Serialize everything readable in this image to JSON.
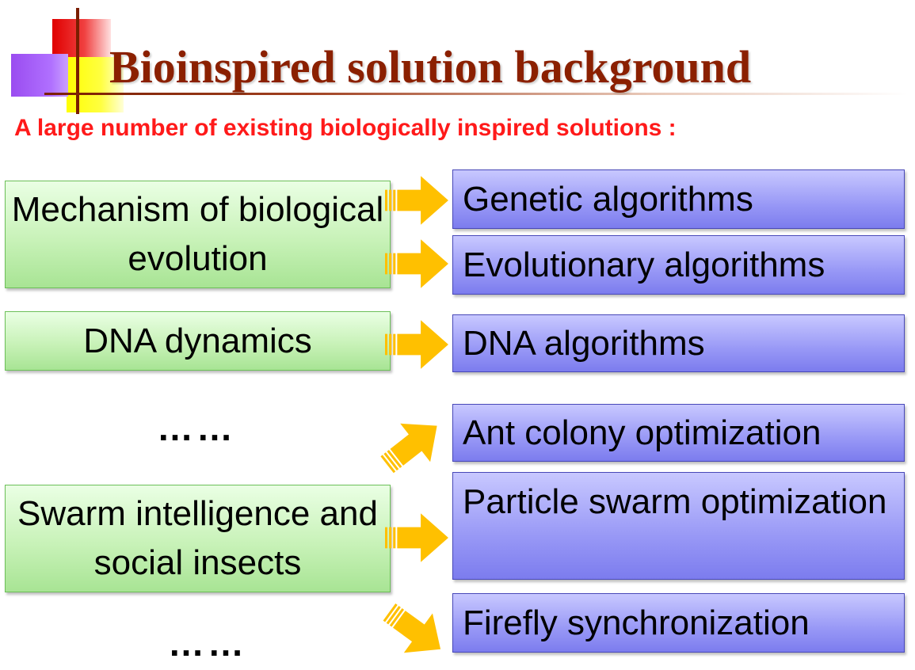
{
  "title": "Bioinspired solution background",
  "subtitle": "A large number of existing biologically inspired solutions :",
  "sources": {
    "evolution": "Mechanism of biological evolution",
    "dna": "DNA dynamics",
    "swarm": "Swarm intelligence and social insects"
  },
  "targets": {
    "genetic": "Genetic algorithms",
    "evolutionary": "Evolutionary algorithms",
    "dna_alg": "DNA algorithms",
    "ant": "Ant colony optimization",
    "pso": "Particle swarm optimization",
    "firefly": "Firefly synchronization"
  },
  "ellipsis_1": "……",
  "ellipsis_2": "……",
  "colors": {
    "title": "#8b2000",
    "subtitle": "#ff1a1a",
    "source_box": "#c8f2b8",
    "target_box": "#9898f6",
    "arrow": "#ffc000"
  }
}
